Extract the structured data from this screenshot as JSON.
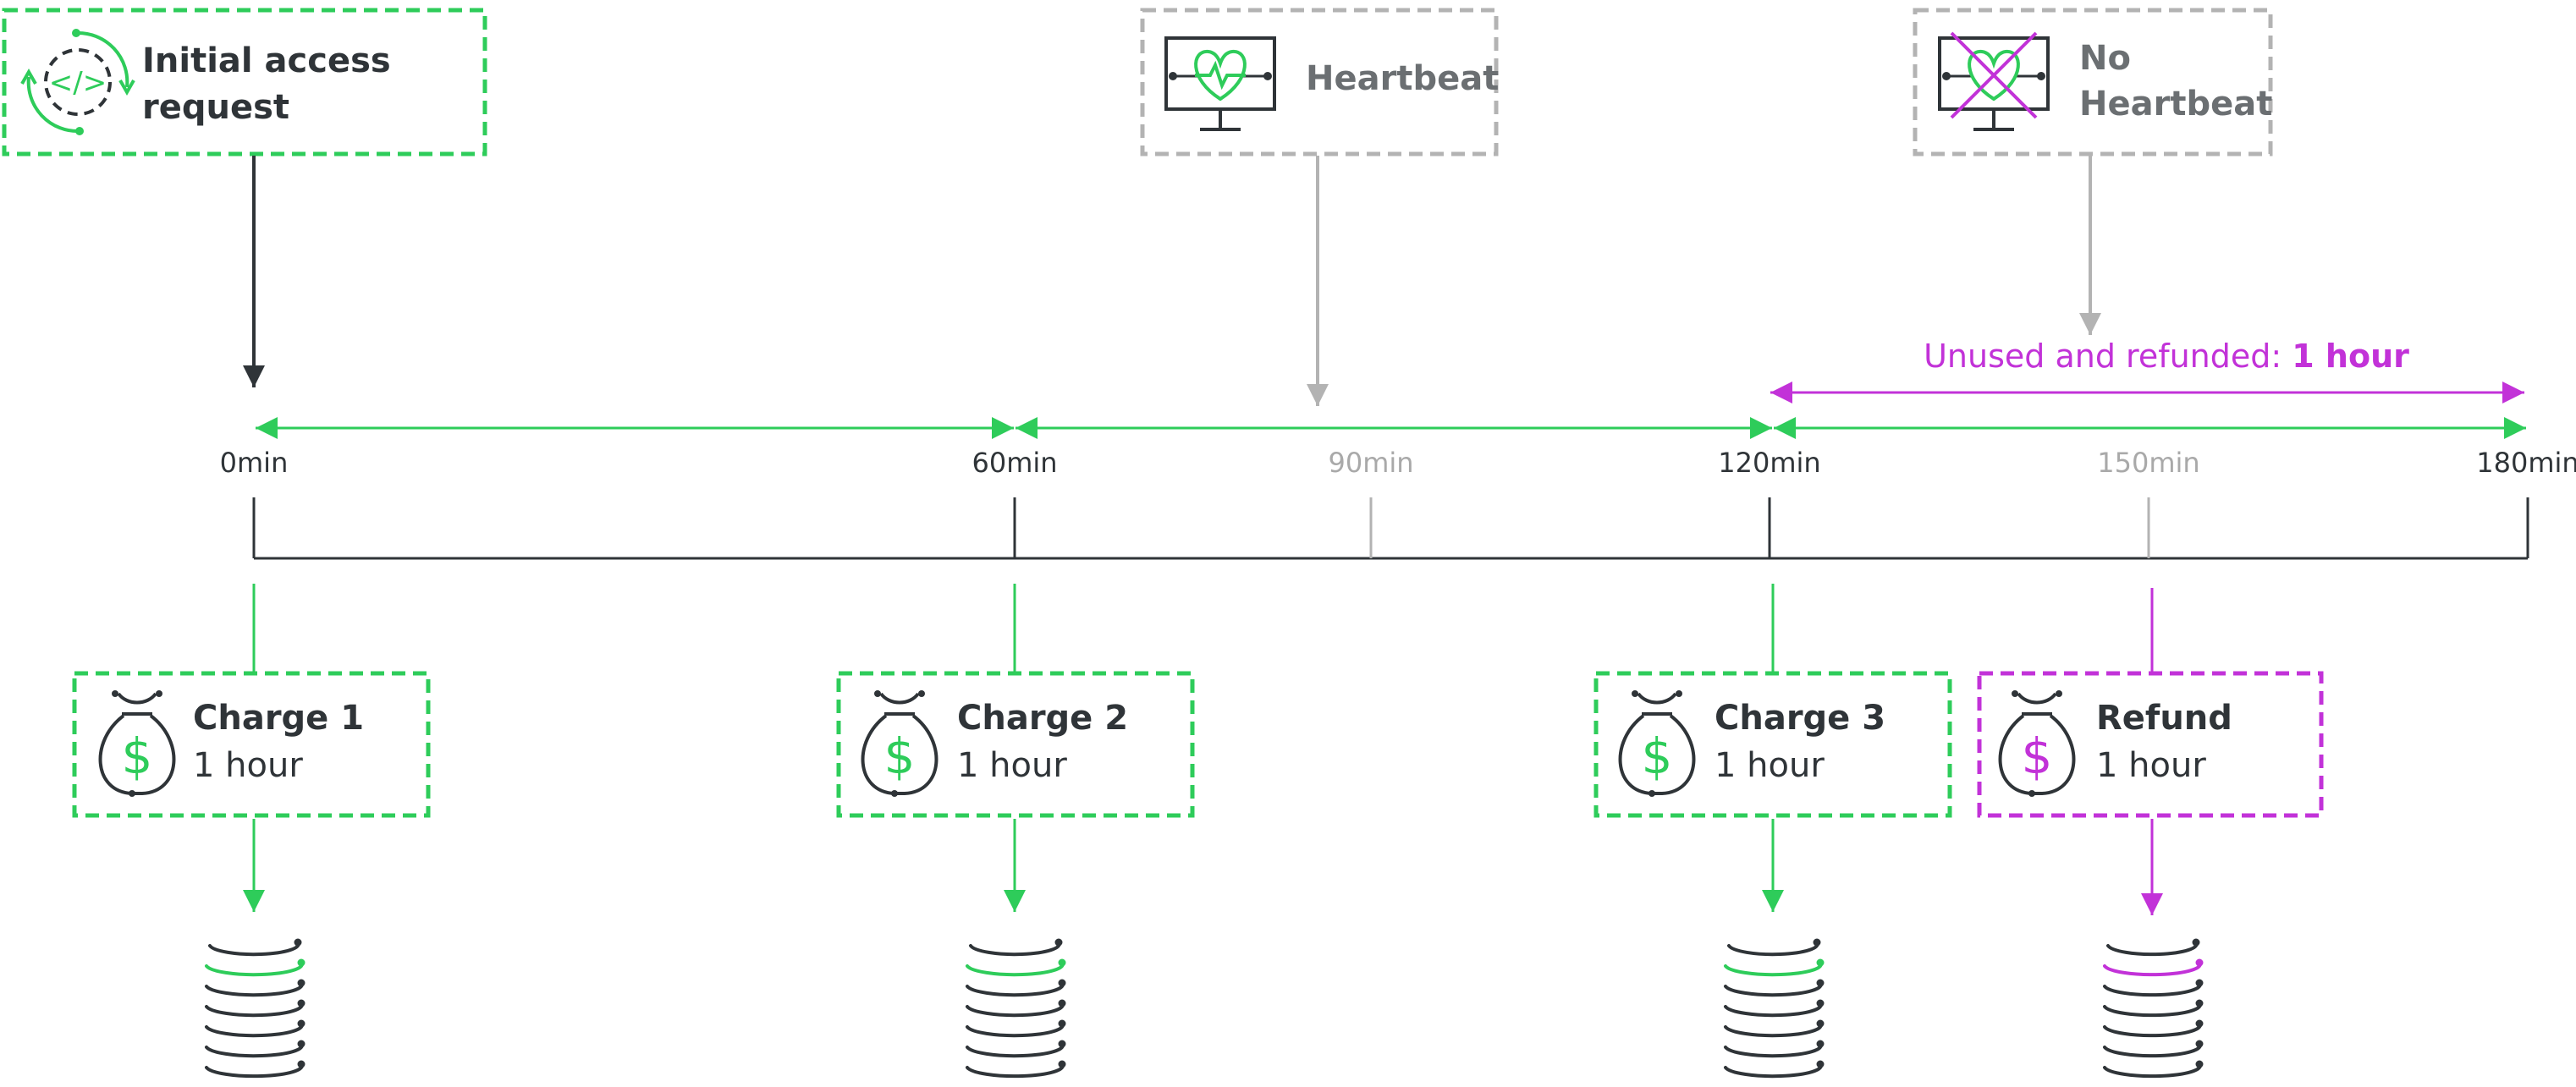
{
  "colors": {
    "green": "#2ecc5a",
    "purple": "#c232d8",
    "gray": "#b3b3b3",
    "dark": "#2f3438",
    "label_gray": "#a9a9a9"
  },
  "events": {
    "initial": {
      "line1": "Initial access",
      "line2": "request",
      "icon": "code-cycle-icon"
    },
    "heartbeat": {
      "label": "Heartbeat",
      "icon": "heartbeat-monitor-icon"
    },
    "no_heartbeat": {
      "line1": "No",
      "line2": "Heartbeat",
      "icon": "no-heartbeat-monitor-icon"
    }
  },
  "timeline": {
    "ticks": [
      {
        "label": "0min",
        "major": true
      },
      {
        "label": "60min",
        "major": true
      },
      {
        "label": "90min",
        "major": false
      },
      {
        "label": "120min",
        "major": true
      },
      {
        "label": "150min",
        "major": false
      },
      {
        "label": "180min",
        "major": true
      }
    ]
  },
  "refund_span": {
    "text": "Unused and refunded: ",
    "highlight": "1 hour"
  },
  "charges": [
    {
      "title": "Charge 1",
      "duration": "1 hour"
    },
    {
      "title": "Charge 2",
      "duration": "1 hour"
    },
    {
      "title": "Charge 3",
      "duration": "1 hour"
    }
  ],
  "refund": {
    "title": "Refund",
    "duration": "1 hour"
  }
}
